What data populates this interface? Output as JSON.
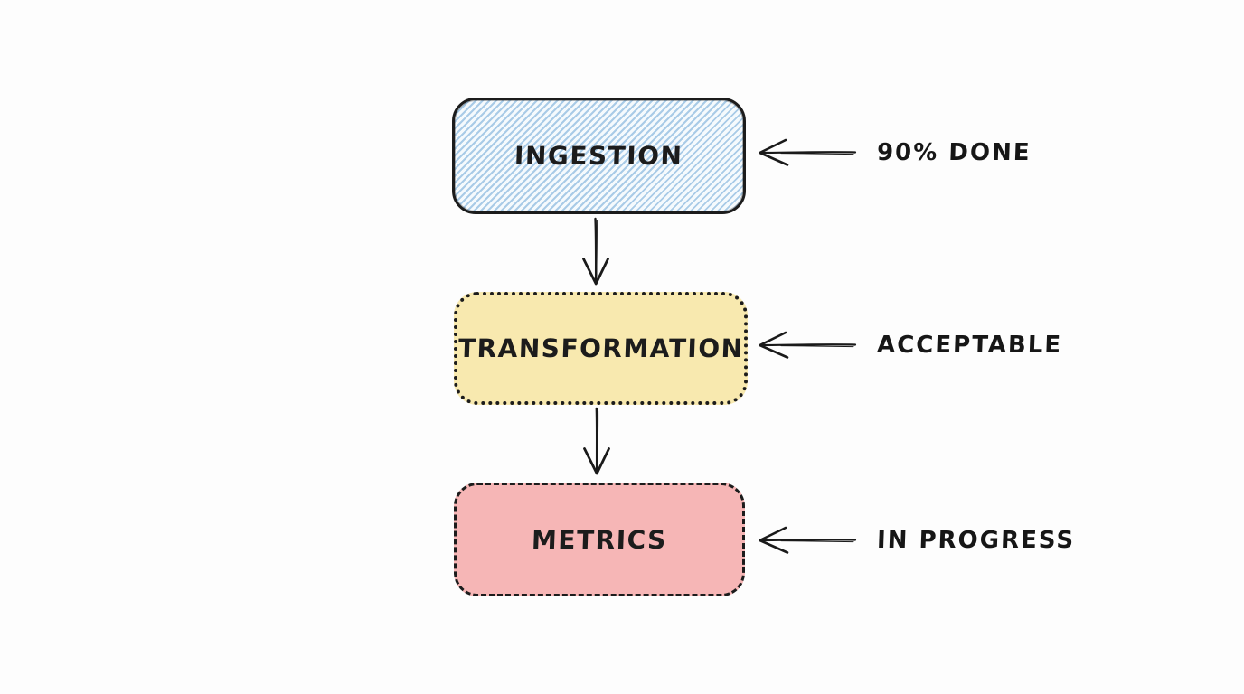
{
  "canvas": {
    "background_color": "#fdfdfd",
    "ink_color": "#1c1c1c"
  },
  "nodes": [
    {
      "id": "ingestion",
      "label": "INGESTION",
      "fill_style": "diagonal-hachure",
      "fill_color": "#a9cbe7",
      "border_style": "solid",
      "annotation": "90% DONE"
    },
    {
      "id": "transformation",
      "label": "TRANSFORMATION",
      "fill_style": "solid",
      "fill_color": "#f8e9af",
      "border_style": "dotted",
      "annotation": "ACCEPTABLE"
    },
    {
      "id": "metrics",
      "label": "METRICS",
      "fill_style": "solid",
      "fill_color": "#f6b6b6",
      "border_style": "dashed",
      "annotation": "IN PROGRESS"
    }
  ],
  "connectors": [
    {
      "from": "ingestion",
      "to": "transformation",
      "type": "down-arrow"
    },
    {
      "from": "transformation",
      "to": "metrics",
      "type": "down-arrow"
    }
  ]
}
